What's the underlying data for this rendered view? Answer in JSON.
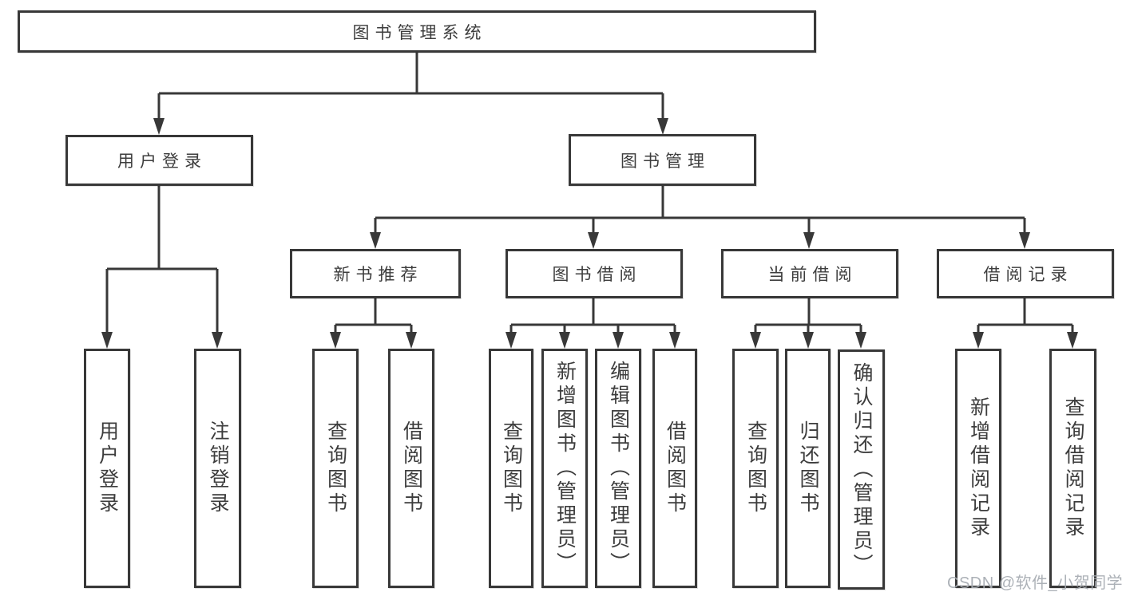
{
  "diagram": {
    "root": {
      "label": "图书管理系统"
    },
    "level2": [
      {
        "id": "user-login",
        "label": "用户登录"
      },
      {
        "id": "book-management",
        "label": "图书管理"
      }
    ],
    "level3": [
      {
        "id": "new-book-recommend",
        "label": "新书推荐"
      },
      {
        "id": "book-borrow",
        "label": "图书借阅"
      },
      {
        "id": "current-borrow",
        "label": "当前借阅"
      },
      {
        "id": "borrow-record",
        "label": "借阅记录"
      }
    ],
    "leaves": [
      {
        "id": "leaf-user-login",
        "label": "用户登录"
      },
      {
        "id": "leaf-logout-login",
        "label": "注销登录"
      },
      {
        "id": "leaf-query-book-1",
        "label": "查询图书"
      },
      {
        "id": "leaf-borrow-book-1",
        "label": "借阅图书"
      },
      {
        "id": "leaf-query-book-2",
        "label": "查询图书"
      },
      {
        "id": "leaf-add-book-admin",
        "label": "新增图书（管理员）"
      },
      {
        "id": "leaf-edit-book-admin",
        "label": "编辑图书（管理员）"
      },
      {
        "id": "leaf-borrow-book-2",
        "label": "借阅图书"
      },
      {
        "id": "leaf-query-book-3",
        "label": "查询图书"
      },
      {
        "id": "leaf-return-book",
        "label": "归还图书"
      },
      {
        "id": "leaf-confirm-return-admin",
        "label": "确认归还（管理员）"
      },
      {
        "id": "leaf-add-borrow-record",
        "label": "新增借阅记录"
      },
      {
        "id": "leaf-query-borrow-record",
        "label": "查询借阅记录"
      }
    ],
    "edges": [
      {
        "from": "图书管理系统",
        "to": "用户登录"
      },
      {
        "from": "图书管理系统",
        "to": "图书管理"
      },
      {
        "from": "用户登录",
        "to": "用户登录(叶)"
      },
      {
        "from": "用户登录",
        "to": "注销登录"
      },
      {
        "from": "图书管理",
        "to": "新书推荐"
      },
      {
        "from": "图书管理",
        "to": "图书借阅"
      },
      {
        "from": "图书管理",
        "to": "当前借阅"
      },
      {
        "from": "图书管理",
        "to": "借阅记录"
      },
      {
        "from": "新书推荐",
        "to": "查询图书"
      },
      {
        "from": "新书推荐",
        "to": "借阅图书"
      },
      {
        "from": "图书借阅",
        "to": "查询图书"
      },
      {
        "from": "图书借阅",
        "to": "新增图书（管理员）"
      },
      {
        "from": "图书借阅",
        "to": "编辑图书（管理员）"
      },
      {
        "from": "图书借阅",
        "to": "借阅图书"
      },
      {
        "from": "当前借阅",
        "to": "查询图书"
      },
      {
        "from": "当前借阅",
        "to": "归还图书"
      },
      {
        "from": "当前借阅",
        "to": "确认归还（管理员）"
      },
      {
        "from": "借阅记录",
        "to": "新增借阅记录"
      },
      {
        "from": "借阅记录",
        "to": "查询借阅记录"
      }
    ],
    "colors": {
      "line": "#383838",
      "text": "#3d3d3d",
      "box_background": "#ffffff",
      "watermark": "#a6abb1"
    }
  },
  "page": {
    "watermark": "CSDN @软件_小贺同学"
  }
}
